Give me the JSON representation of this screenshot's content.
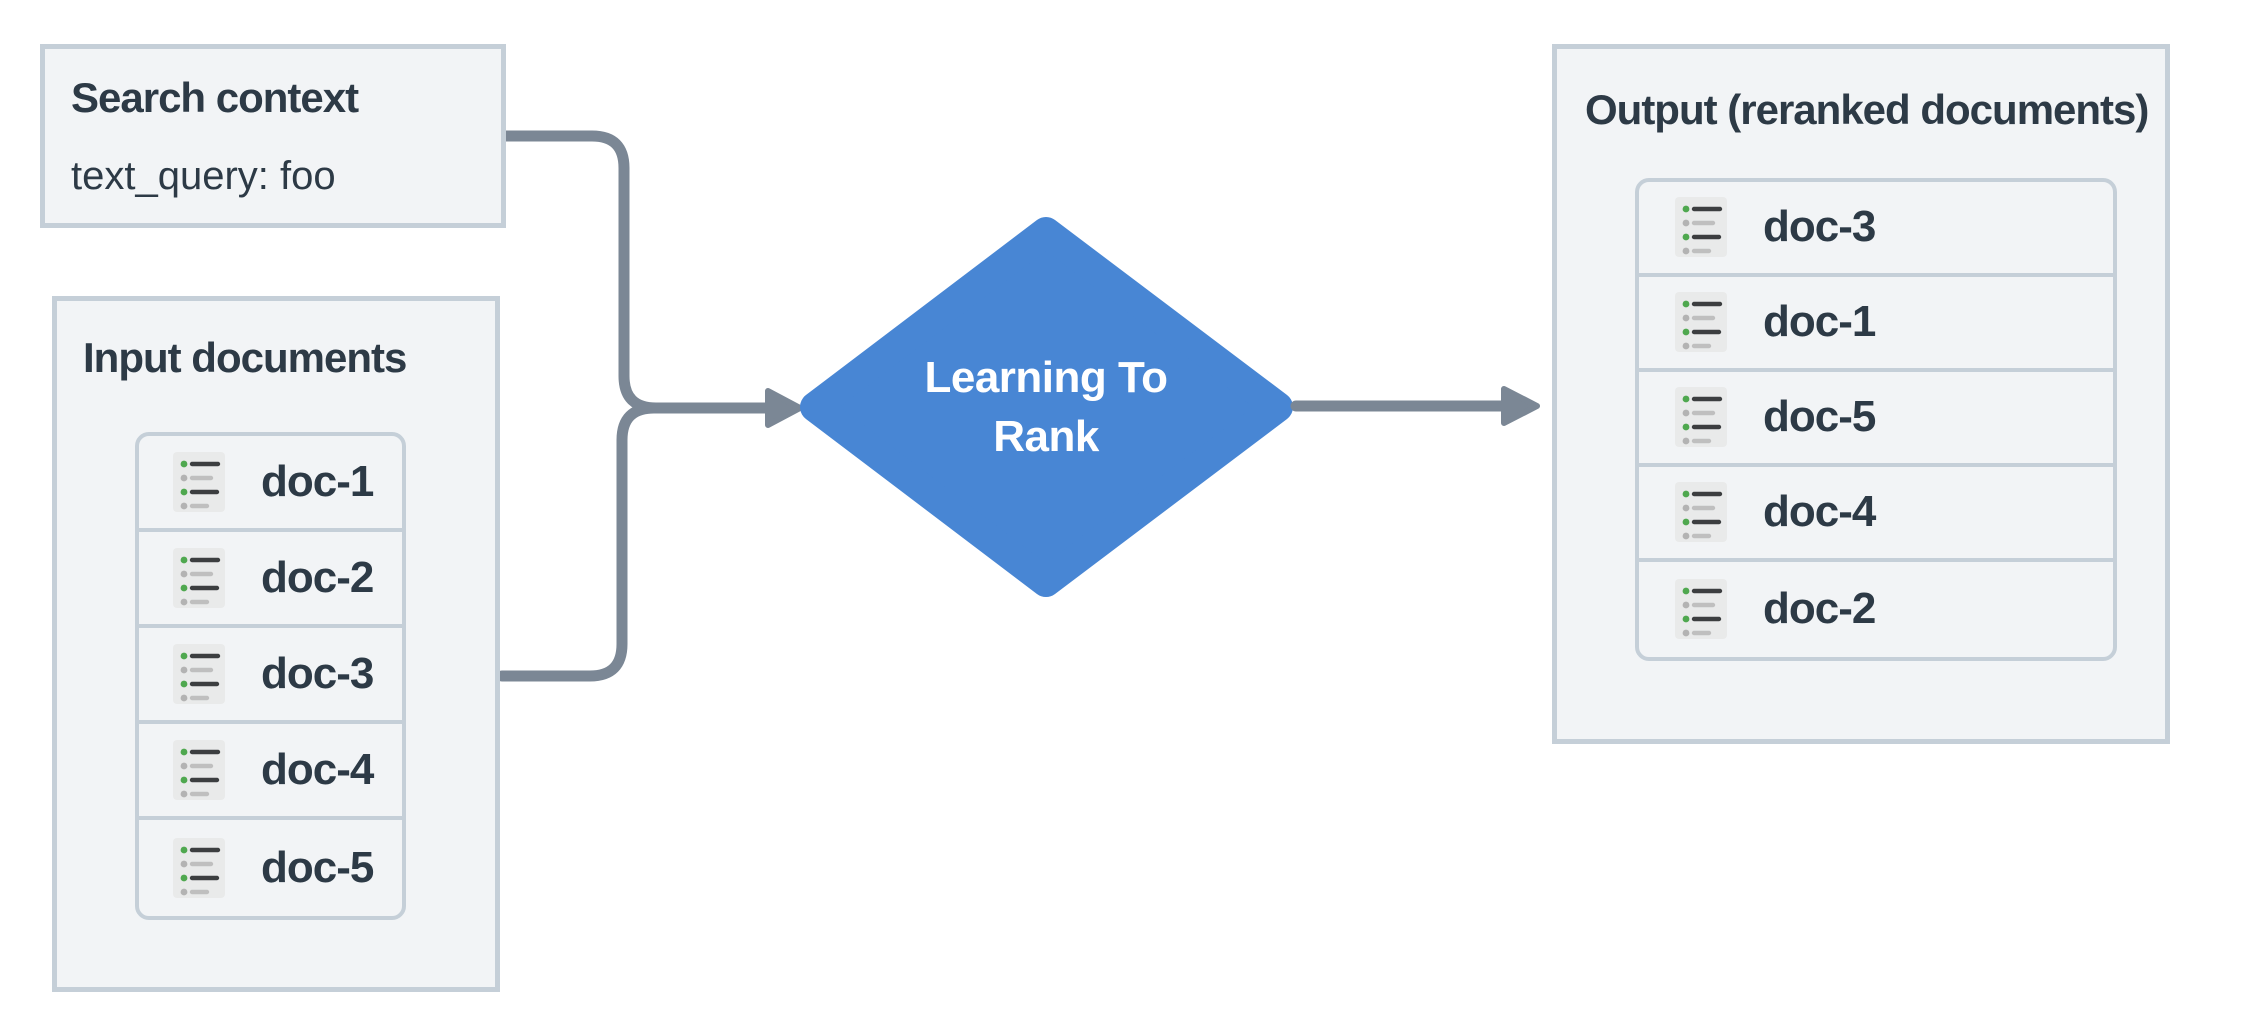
{
  "diagram": {
    "search_context": {
      "title": "Search context",
      "query": "text_query: foo"
    },
    "input_documents": {
      "title": "Input documents",
      "items": [
        "doc-1",
        "doc-2",
        "doc-3",
        "doc-4",
        "doc-5"
      ]
    },
    "ranker": {
      "label": "Learning To Rank",
      "shape": "diamond"
    },
    "output_documents": {
      "title": "Output (reranked documents)",
      "items": [
        "doc-3",
        "doc-1",
        "doc-5",
        "doc-4",
        "doc-2"
      ]
    },
    "icons": {
      "doc_item": "document-list-icon"
    }
  },
  "colors": {
    "panel_fill": "#f2f4f6",
    "panel_border": "#c5cfd8",
    "text": "#2d3a46",
    "diamond_fill": "#4886d4",
    "diamond_text": "#ffffff",
    "arrow": "#7b8795",
    "icon_bg": "#e9eaea",
    "icon_green": "#4fa84f",
    "icon_dark": "#3c3e40",
    "icon_gray_dot": "#b3b3b3",
    "icon_gray_line": "#bfbfbf"
  }
}
